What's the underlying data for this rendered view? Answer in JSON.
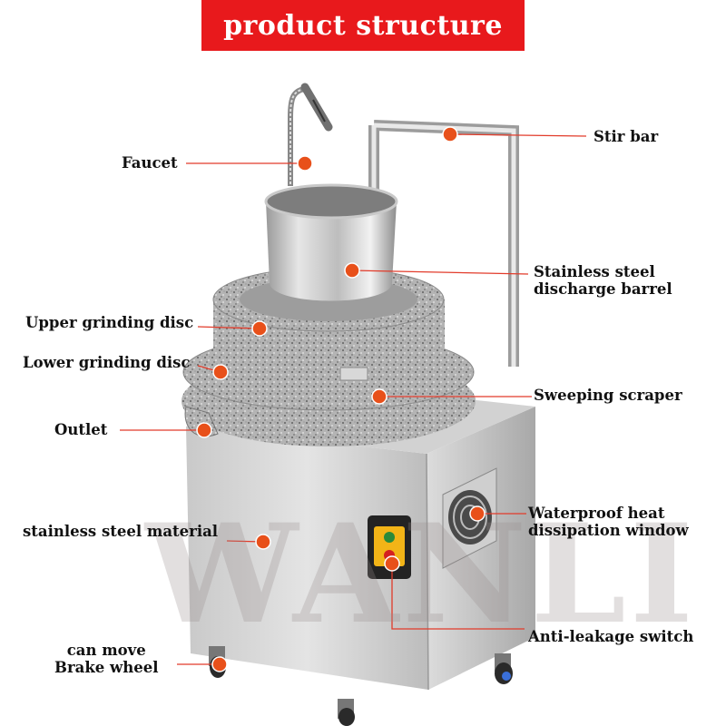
{
  "banner": {
    "title": "product structure",
    "color": "#e8191c"
  },
  "watermark": "WANLI",
  "labels": {
    "faucet": "Faucet",
    "stir_bar": "Stir bar",
    "barrel_line1": "Stainless steel",
    "barrel_line2": "discharge barrel",
    "upper_disc": "Upper grinding disc",
    "lower_disc": "Lower grinding disc",
    "scraper": "Sweeping scraper",
    "outlet": "Outlet",
    "heat_line1": "Waterproof heat",
    "heat_line2": "dissipation window",
    "material": "stainless steel material",
    "switch": "Anti-leakage switch",
    "wheel_line1": "can move",
    "wheel_line2": "Brake wheel"
  },
  "marker_color": "#e8501a",
  "line_color": "#e23b2a"
}
